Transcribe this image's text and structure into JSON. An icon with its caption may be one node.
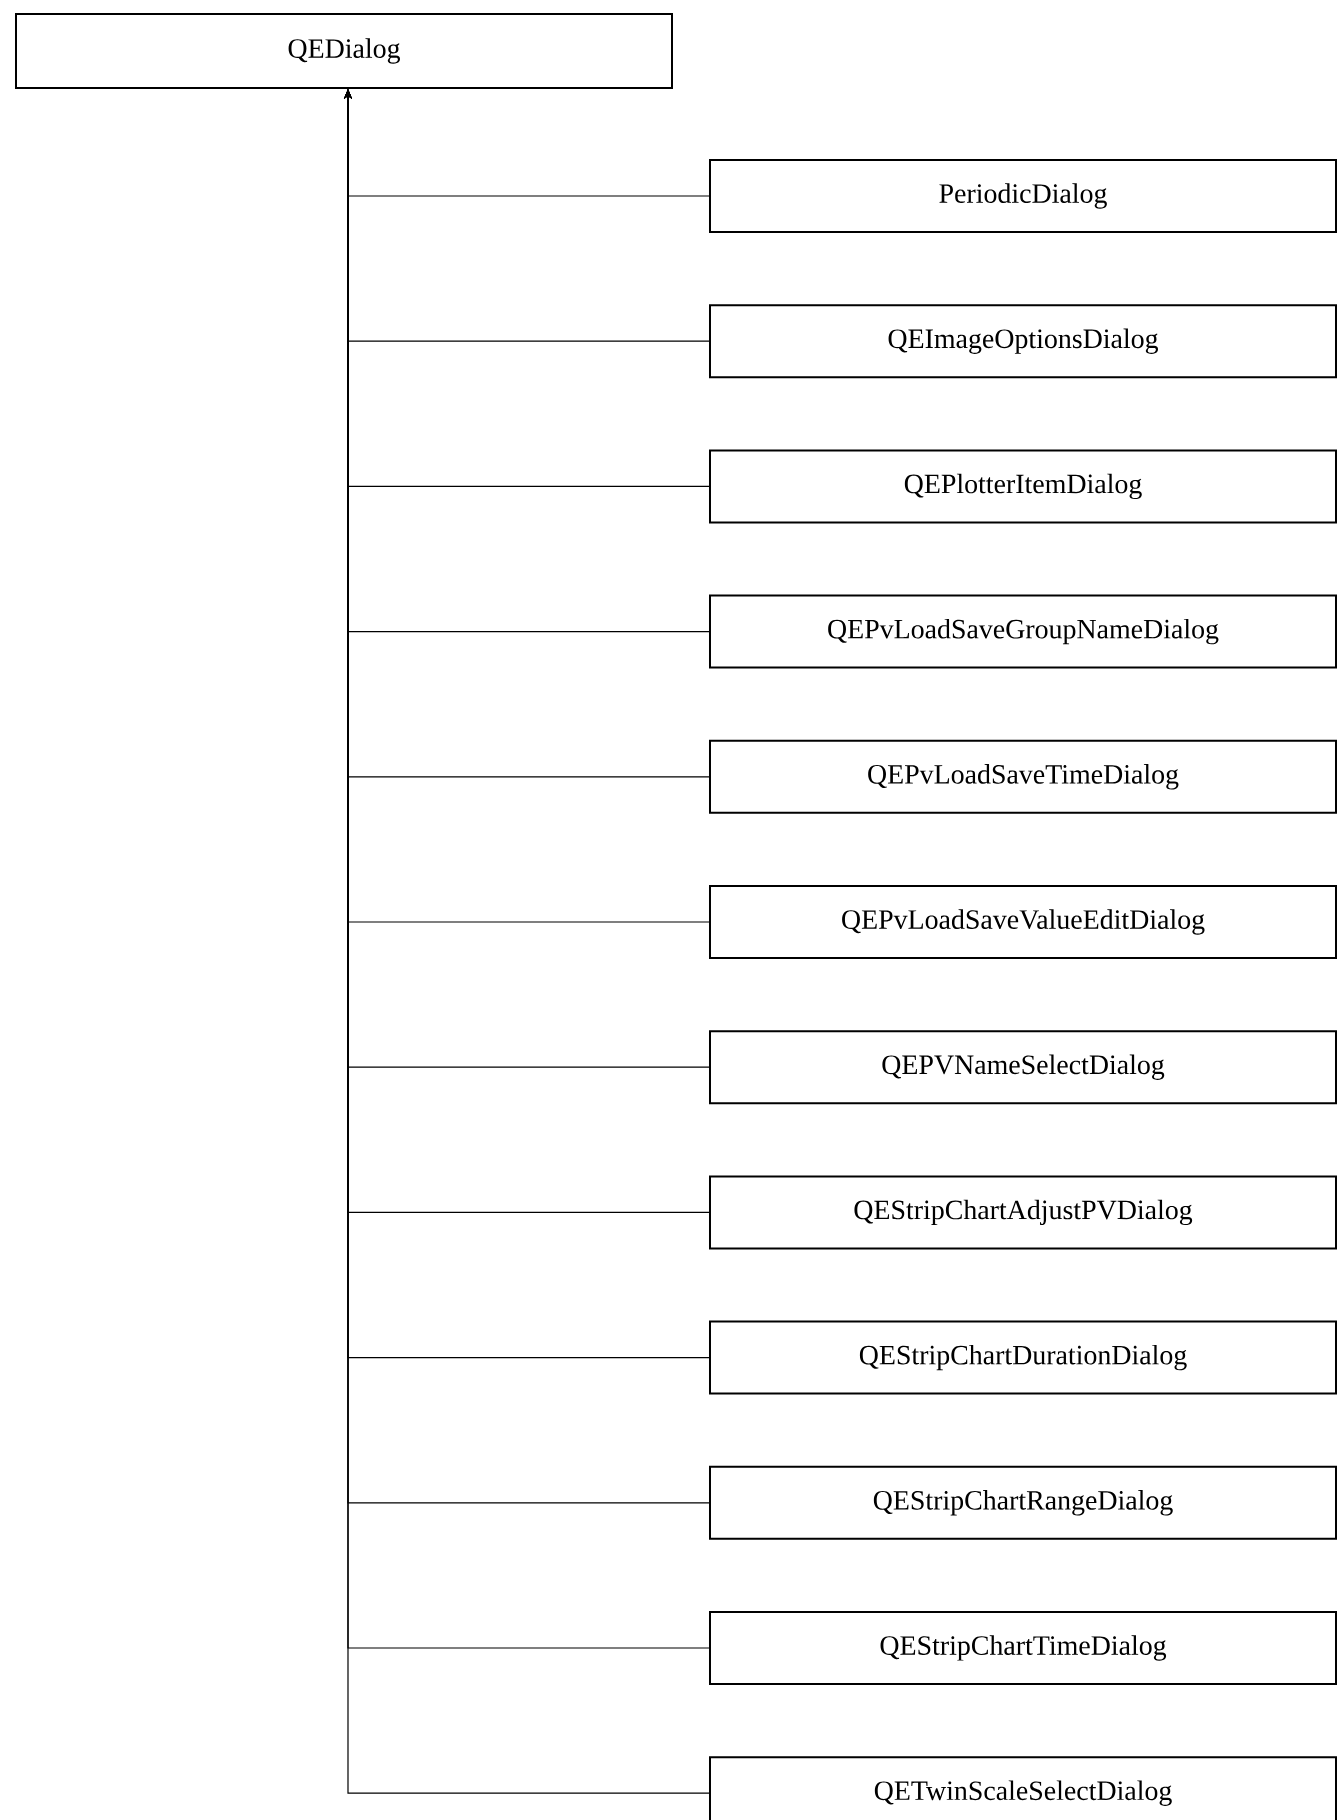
{
  "diagram": {
    "nodes": [
      {
        "text": [
          "QEDialog"
        ]
      },
      {
        "text": [
          "PeriodicDialog"
        ]
      },
      {
        "text": [
          "QEImageOptionsDialog"
        ]
      },
      {
        "text": [
          "QEPlotterItemDialog"
        ]
      },
      {
        "text": [
          "QEPvLoadSaveGroupNameDialog"
        ]
      },
      {
        "text": [
          "QEPvLoadSaveTimeDialog"
        ]
      },
      {
        "text": [
          "QEPvLoadSaveValueEditDialog"
        ]
      },
      {
        "text": [
          "QEPVNameSelectDialog"
        ]
      },
      {
        "text": [
          "QEStripChartAdjustPVDialog"
        ]
      },
      {
        "text": [
          "QEStripChartDurationDialog"
        ]
      },
      {
        "text": [
          "QEStripChartRangeDialog"
        ]
      },
      {
        "text": [
          "QEStripChartTimeDialog"
        ]
      },
      {
        "text": [
          "QETwinScaleSelectDialog"
        ]
      }
    ],
    "edges": [
      {
        "from": 1,
        "to": 0,
        "arrow": "to"
      },
      {
        "from": 2,
        "to": 0,
        "arrow": "to"
      },
      {
        "from": 3,
        "to": 0,
        "arrow": "to"
      },
      {
        "from": 4,
        "to": 0,
        "arrow": "to"
      },
      {
        "from": 5,
        "to": 0,
        "arrow": "to"
      },
      {
        "from": 6,
        "to": 0,
        "arrow": "to"
      },
      {
        "from": 7,
        "to": 0,
        "arrow": "to"
      },
      {
        "from": 8,
        "to": 0,
        "arrow": "to"
      },
      {
        "from": 9,
        "to": 0,
        "arrow": "to"
      },
      {
        "from": 10,
        "to": 0,
        "arrow": "to"
      },
      {
        "from": 11,
        "to": 0,
        "arrow": "to"
      },
      {
        "from": 12,
        "to": 0,
        "arrow": "to"
      }
    ]
  }
}
